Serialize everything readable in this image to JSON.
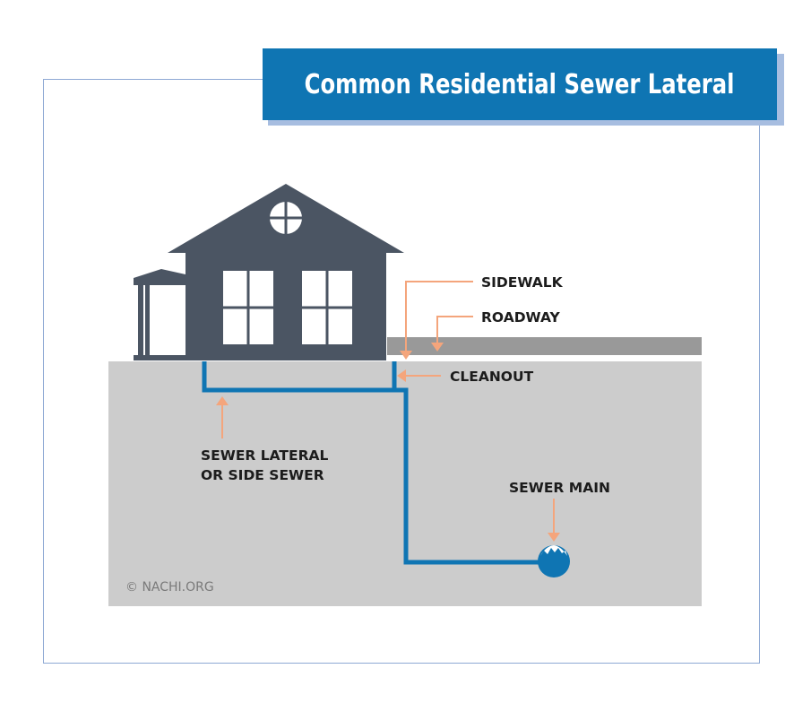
{
  "title": "Common Residential Sewer Lateral",
  "labels": {
    "sidewalk": "SIDEWALK",
    "roadway": "ROADWAY",
    "cleanout": "CLEANOUT",
    "sewer_lateral_line1": "SEWER LATERAL",
    "sewer_lateral_line2": "OR SIDE SEWER",
    "sewer_main": "SEWER MAIN"
  },
  "copyright": "© NACHI.ORG",
  "colors": {
    "title_bg": "#0f75b3",
    "title_shadow": "#a7bde0",
    "frame_border": "#8fa9d4",
    "house": "#4b5563",
    "ground": "#cccccc",
    "road": "#999999",
    "pipe": "#0f75b3",
    "arrow": "#f4a57c",
    "label_text": "#1c1c1c"
  }
}
